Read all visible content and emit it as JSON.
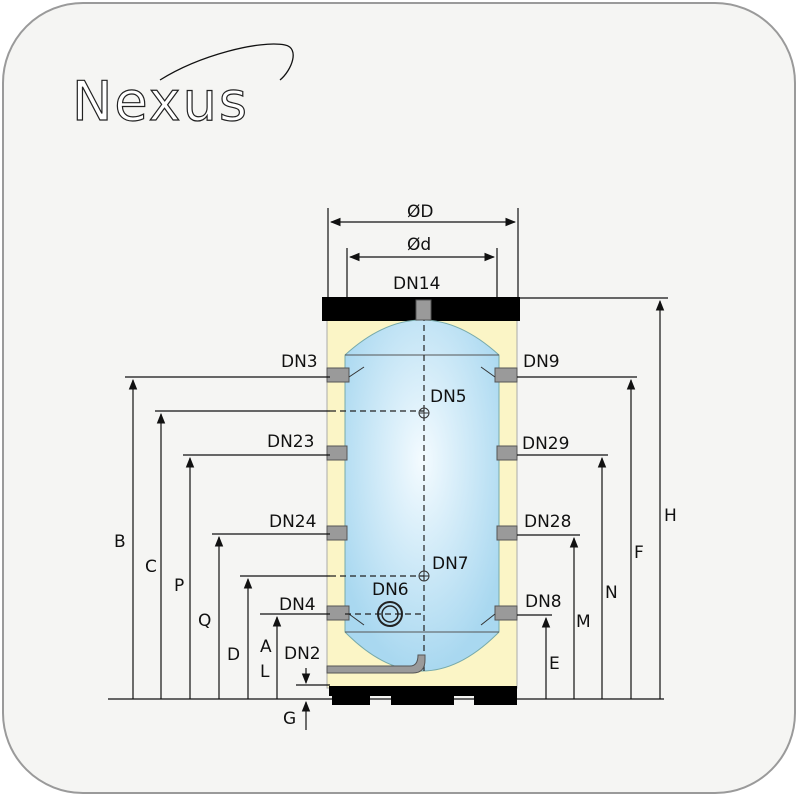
{
  "logo": {
    "text": "Nexus"
  },
  "colors": {
    "insulation": "#fbf5c6",
    "vessel": "#bfe3f5",
    "cap": "#000000",
    "nozzle": "#9a9a9a",
    "card": "#f5f5f3"
  },
  "dimensions": {
    "outer_diameter": "ØD",
    "inner_diameter": "Ød",
    "B": "B",
    "C": "C",
    "P": "P",
    "Q": "Q",
    "D": "D",
    "A": "A",
    "L": "L",
    "G": "G",
    "E": "E",
    "M": "M",
    "N": "N",
    "F": "F",
    "H": "H"
  },
  "connections": {
    "DN14": "DN14",
    "DN3": "DN3",
    "DN9": "DN9",
    "DN5": "DN5",
    "DN23": "DN23",
    "DN29": "DN29",
    "DN24": "DN24",
    "DN28": "DN28",
    "DN7": "DN7",
    "DN6": "DN6",
    "DN4": "DN4",
    "DN8": "DN8",
    "DN2": "DN2"
  }
}
